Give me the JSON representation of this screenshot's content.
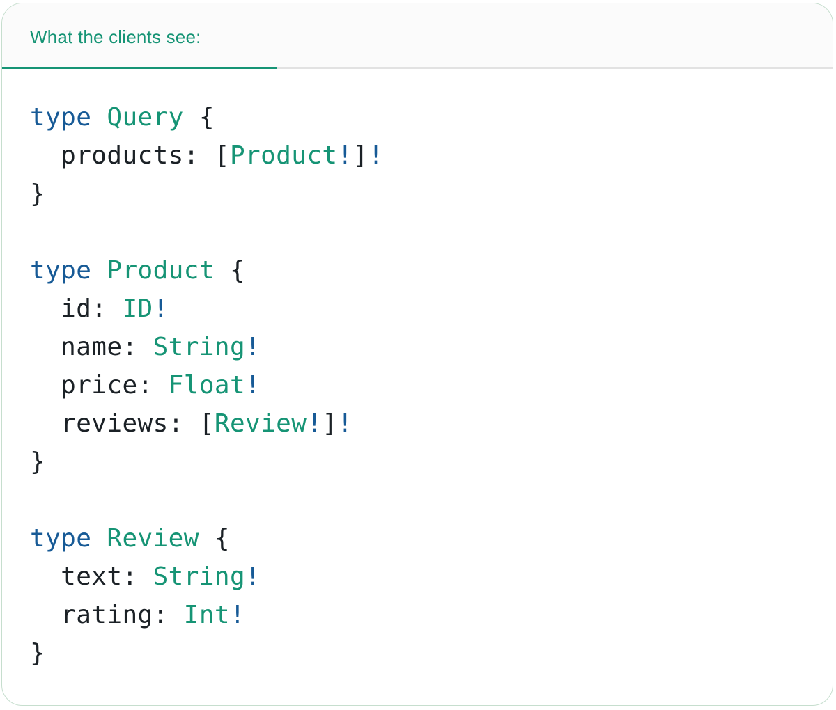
{
  "panel": {
    "tab_label": "What the clients see:"
  },
  "colors": {
    "accent_teal": "#169475",
    "keyword_blue": "#175A96",
    "code_dark": "#1B2126",
    "card_border": "#C6DECE",
    "divider": "#E2E2E2",
    "tabbar_bg": "#FBFBFB"
  },
  "code": {
    "language": "graphql",
    "lines": [
      [
        [
          "k",
          "type"
        ],
        [
          "p",
          " "
        ],
        [
          "t",
          "Query"
        ],
        [
          "p",
          " {"
        ]
      ],
      [
        [
          "p",
          "  products: ["
        ],
        [
          "t",
          "Product"
        ],
        [
          "b",
          "!"
        ],
        [
          "p",
          "]"
        ],
        [
          "b",
          "!"
        ]
      ],
      [
        [
          "p",
          "}"
        ]
      ],
      [],
      [
        [
          "k",
          "type"
        ],
        [
          "p",
          " "
        ],
        [
          "t",
          "Product"
        ],
        [
          "p",
          " {"
        ]
      ],
      [
        [
          "p",
          "  id: "
        ],
        [
          "t",
          "ID"
        ],
        [
          "b",
          "!"
        ]
      ],
      [
        [
          "p",
          "  name: "
        ],
        [
          "t",
          "String"
        ],
        [
          "b",
          "!"
        ]
      ],
      [
        [
          "p",
          "  price: "
        ],
        [
          "t",
          "Float"
        ],
        [
          "b",
          "!"
        ]
      ],
      [
        [
          "p",
          "  reviews: ["
        ],
        [
          "t",
          "Review"
        ],
        [
          "b",
          "!"
        ],
        [
          "p",
          "]"
        ],
        [
          "b",
          "!"
        ]
      ],
      [
        [
          "p",
          "}"
        ]
      ],
      [],
      [
        [
          "k",
          "type"
        ],
        [
          "p",
          " "
        ],
        [
          "t",
          "Review"
        ],
        [
          "p",
          " {"
        ]
      ],
      [
        [
          "p",
          "  text: "
        ],
        [
          "t",
          "String"
        ],
        [
          "b",
          "!"
        ]
      ],
      [
        [
          "p",
          "  rating: "
        ],
        [
          "t",
          "Int"
        ],
        [
          "b",
          "!"
        ]
      ],
      [
        [
          "p",
          "}"
        ]
      ]
    ]
  }
}
